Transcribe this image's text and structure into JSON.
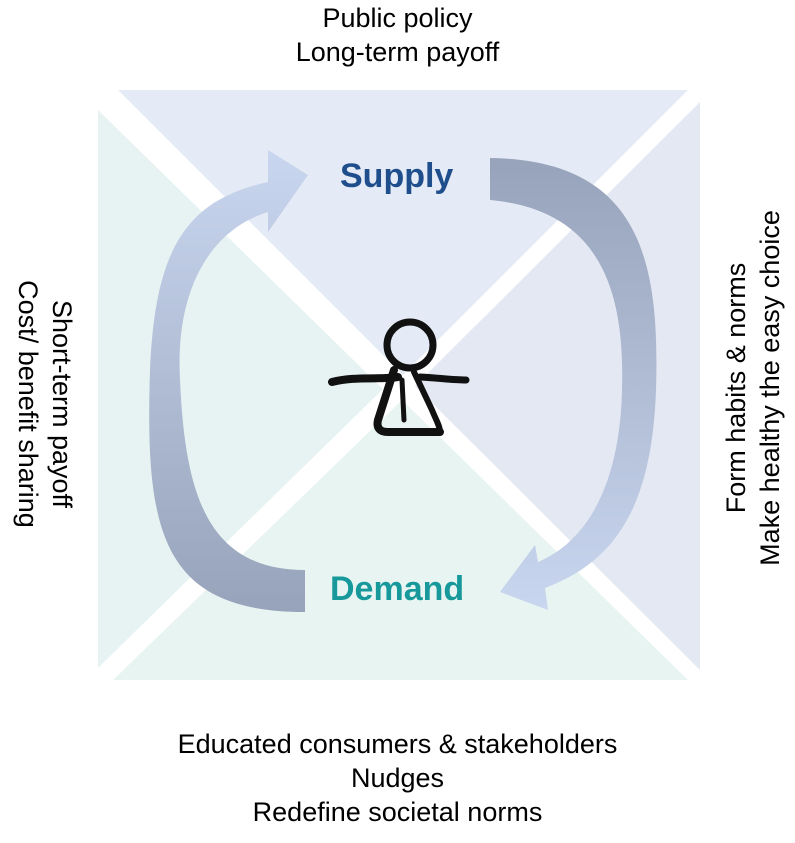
{
  "diagram": {
    "top": {
      "lines": [
        "Public policy",
        "Long-term payoff"
      ]
    },
    "bottom": {
      "lines": [
        "Educated consumers & stakeholders",
        "Nudges",
        "Redefine societal norms"
      ]
    },
    "left": {
      "lines": [
        "Short-term payoff",
        "Cost/ benefit sharing"
      ]
    },
    "right": {
      "lines": [
        "Form habits & norms",
        "Make healthy the easy choice"
      ]
    },
    "supply_label": "Supply",
    "demand_label": "Demand",
    "colors": {
      "supply_text": "#1f4e8c",
      "demand_text": "#17999b",
      "top_triangle": "#e5ebf6",
      "right_triangle": "#e3e8f3",
      "left_triangle": "#e7f3f2",
      "bottom_triangle": "#e8f4f2",
      "arrow_light": "#c5d3ec",
      "arrow_dark": "#9aa7bd"
    },
    "center_icon": "person-figure-icon"
  }
}
